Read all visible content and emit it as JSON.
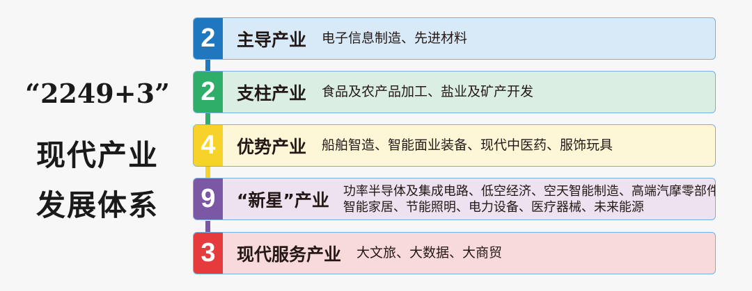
{
  "title": {
    "line1": "“2249+3”",
    "line2": "现代产业",
    "line3": "发展体系"
  },
  "rows": [
    {
      "number": "2",
      "label": "主导产业",
      "desc": [
        "电子信息制造、先进材料"
      ],
      "color": "#1f77c0",
      "bg": "#d8eaf8"
    },
    {
      "number": "2",
      "label": "支柱产业",
      "desc": [
        "食品及农产品加工、盐业及矿产开发"
      ],
      "color": "#2fae6a",
      "bg": "#daeee4"
    },
    {
      "number": "4",
      "label": "优势产业",
      "desc": [
        "船舶智造、智能面业装备、现代中医药、服饰玩具"
      ],
      "color": "#f7d22a",
      "bg": "#fdf7d8"
    },
    {
      "number": "9",
      "label": "“新星”产业",
      "desc": [
        "功率半导体及集成电路、低空经济、空天智能制造、高端汽摩零部件",
        "智能家居、节能照明、电力设备、医疗器械、未来能源"
      ],
      "color": "#7b57a5",
      "bg": "#ece2f0"
    },
    {
      "number": "3",
      "label": "现代服务产业",
      "desc": [
        "大文旅、大数据、大商贸"
      ],
      "color": "#e53b3d",
      "bg": "#f9dadb"
    }
  ]
}
